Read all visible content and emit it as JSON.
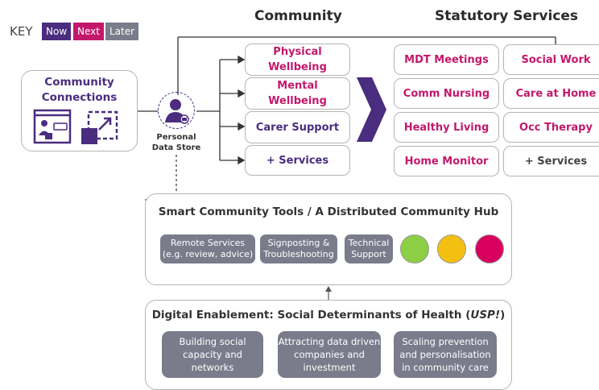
{
  "key": {
    "label": "KEY",
    "items": [
      {
        "label": "Now",
        "color": "#4a2d7f"
      },
      {
        "label": "Next",
        "color": "#c2186b"
      },
      {
        "label": "Later",
        "color": "#7a7c8c"
      }
    ]
  },
  "headers": {
    "community": "Community",
    "statutory": "Statutory Services"
  },
  "community_connections": {
    "line1": "Community",
    "line2": "Connections"
  },
  "personal_data_store": {
    "line1": "Personal",
    "line2": "Data Store"
  },
  "community_services": [
    {
      "line1": "Physical",
      "line2": "Wellbeing",
      "status": "next"
    },
    {
      "line1": "Mental",
      "line2": "Wellbeing",
      "status": "next"
    },
    {
      "line1": "Carer Support",
      "line2": "",
      "status": "now"
    },
    {
      "line1": "+ Services",
      "line2": "",
      "status": "now"
    }
  ],
  "statutory_services": [
    {
      "label": "MDT Meetings",
      "status": "next"
    },
    {
      "label": "Social Work",
      "status": "next"
    },
    {
      "label": "Comm Nursing",
      "status": "next"
    },
    {
      "label": "Care at Home",
      "status": "next"
    },
    {
      "label": "Healthy Living",
      "status": "next"
    },
    {
      "label": "Occ Therapy",
      "status": "next"
    },
    {
      "label": "Home Monitor",
      "status": "next"
    },
    {
      "label": "+ Services",
      "status": "plain"
    }
  ],
  "smart_tools": {
    "title": "Smart Community Tools / A Distributed Community Hub",
    "items": [
      {
        "line1": "Remote Services",
        "line2": "(e.g. review, advice)"
      },
      {
        "line1": "Signposting &",
        "line2": "Troubleshooting"
      },
      {
        "line1": "Technical",
        "line2": "Support"
      }
    ],
    "circle_colors": [
      "#8ccf44",
      "#f3c012",
      "#d8005e"
    ]
  },
  "digital": {
    "title_main": "Digital Enablement: Social Determinants of Health (",
    "title_italic": "USP!",
    "title_end": ")",
    "items": [
      {
        "line1": "Building social",
        "line2": "capacity and",
        "line3": "networks"
      },
      {
        "line1": "Attracting data driven",
        "line2": "companies and",
        "line3": "investment"
      },
      {
        "line1": "Scaling prevention",
        "line2": "and personalisation",
        "line3": "in community care"
      }
    ]
  }
}
